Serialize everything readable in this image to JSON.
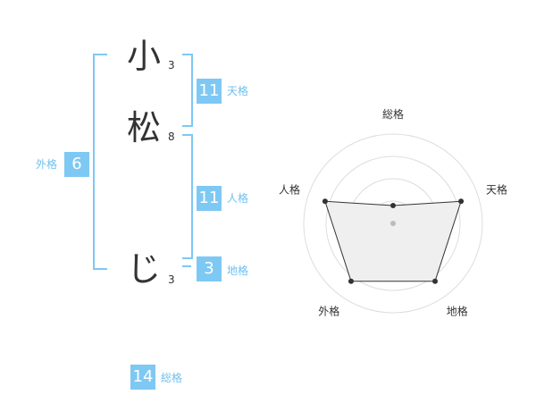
{
  "name_chars": [
    {
      "char": "小",
      "strokes": "3"
    },
    {
      "char": "松",
      "strokes": "8"
    },
    {
      "char": "じ",
      "strokes": "3"
    }
  ],
  "fortunes": {
    "tenkaku": {
      "value": "11",
      "label": "天格"
    },
    "jinkaku": {
      "value": "11",
      "label": "人格"
    },
    "chikaku": {
      "value": "3",
      "label": "地格"
    },
    "gaikaku": {
      "value": "6",
      "label": "外格"
    },
    "soukaku": {
      "value": "14",
      "label": "総格"
    }
  },
  "colors": {
    "accent": "#7ec8f4",
    "accent_text": "#6fc0ef",
    "radar_fill": "#efefef"
  },
  "chart_data": {
    "type": "radar",
    "axes": [
      "総格",
      "天格",
      "地格",
      "外格",
      "人格"
    ],
    "values": [
      0.2,
      0.8,
      0.8,
      0.8,
      0.8
    ],
    "rings": 4
  }
}
